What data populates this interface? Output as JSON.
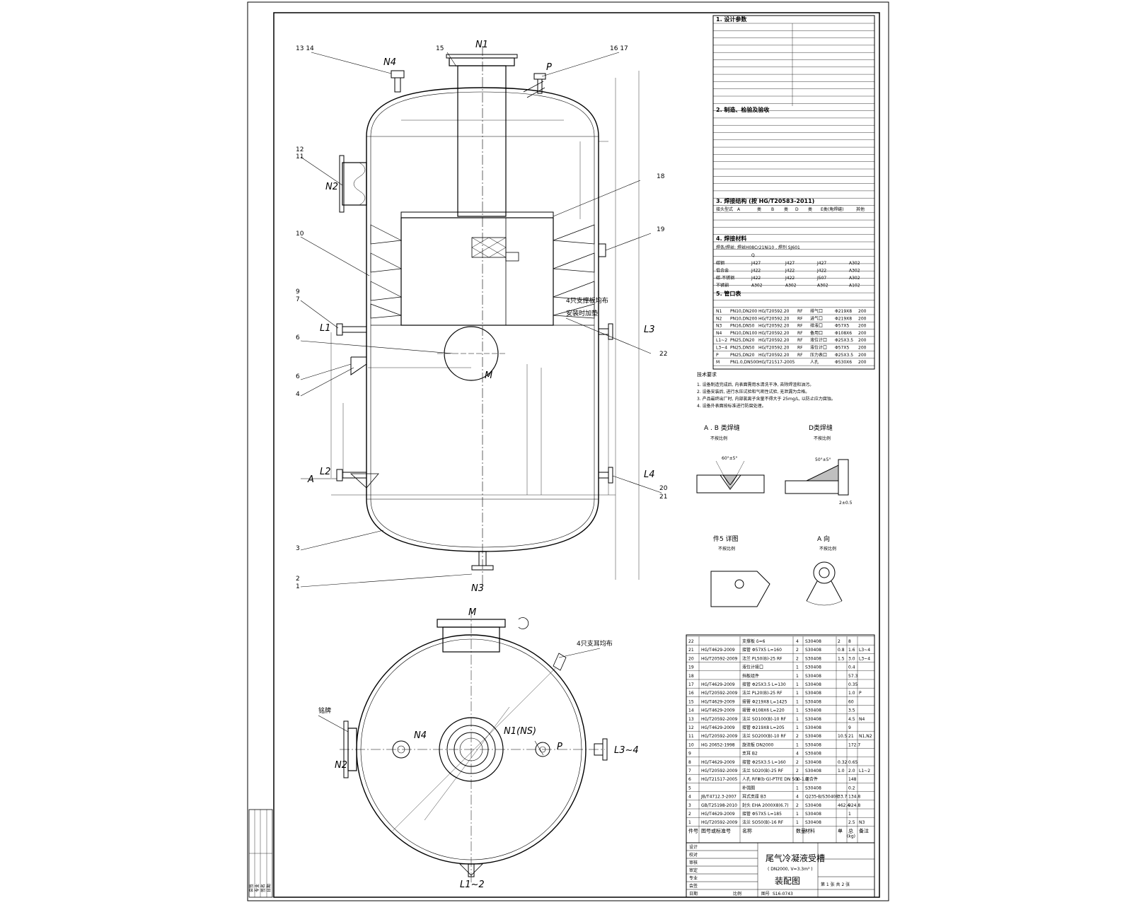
{
  "main_view": {
    "nozzles": {
      "n1": "N1",
      "n2": "N2",
      "n3": "N3",
      "n4": "N4",
      "p": "P",
      "l1": "L1",
      "l2": "L2",
      "l3": "L3",
      "l4": "L4",
      "m": "M",
      "a": "A"
    },
    "balloons": {
      "b13_14": "13 14",
      "b15": "15",
      "b16_17": "16 17",
      "b12": "12",
      "b11": "11",
      "b18": "18",
      "b10": "10",
      "b19": "19",
      "b9": "9",
      "b7": "7",
      "b6a": "6",
      "b6b": "6",
      "b4": "4",
      "b22": "22",
      "b20": "20",
      "b21": "21",
      "b3": "3",
      "b2": "2",
      "b1": "1"
    },
    "notes": {
      "support_note_1": "4只支撑板均布",
      "support_note_2": "安装时加垫"
    }
  },
  "plan_view": {
    "labels": {
      "m": "M",
      "n1_ns": "N1(NS)",
      "n4": "N4",
      "p": "P",
      "n2": "N2",
      "l3_4": "L3~4",
      "l1_2": "L1~2",
      "nameplate": "铭牌",
      "lugs": "4只支耳均布"
    }
  },
  "details": {
    "ab_title": "A . B 类焊缝",
    "ab_scale": "不按比例",
    "ab_angle": "60°±5°",
    "d_title": "D类焊缝",
    "d_scale": "不按比例",
    "d_angle": "50°±5°",
    "d_gap": "2±0.5",
    "d5_title": "件5 详图",
    "d5_scale": "不按比例",
    "a_title": "A 向",
    "a_scale": "不按比例"
  },
  "spec_table": {
    "s1": "1. 设计参数",
    "s2": "2. 制造、检验及验收",
    "s3": "3. 焊接结构 (按 HG/T20583-2011)",
    "s3_cols": [
      "接头型式",
      "A",
      "类",
      "B",
      "类",
      "D",
      "类",
      "E类(角焊缝)",
      "其他"
    ],
    "s4": "4. 焊接材料",
    "s4_rod": "焊条/焊丝: 焊丝H08Cr21Ni10 , 焊剂 SJ601",
    "s4_cols": [
      "",
      "Q",
      "",
      "",
      ""
    ],
    "s4_rows": [
      [
        "碳钢",
        "J427",
        "J427",
        "J427",
        "A302"
      ],
      [
        "低合金",
        "J422",
        "J422",
        "J422",
        "A302"
      ],
      [
        "碳-不锈钢",
        "J422",
        "J422",
        "J507",
        "A302"
      ],
      [
        "不锈钢",
        "A302",
        "A302",
        "A302",
        "A102"
      ]
    ],
    "s5": "5. 管口表",
    "nozzle_rows": [
      [
        "N1",
        "PN10,DN200",
        "HG/T20592.20",
        "RF",
        "排气口",
        "Φ219X8",
        "200"
      ],
      [
        "N2",
        "PN10,DN200",
        "HG/T20592.20",
        "RF",
        "进气口",
        "Φ219X8",
        "200"
      ],
      [
        "N3",
        "PN16,DN50",
        "HG/T20592.20",
        "RF",
        "排液口",
        "Φ57X5",
        "200"
      ],
      [
        "N4",
        "PN10,DN100",
        "HG/T20592.20",
        "RF",
        "备用口",
        "Φ108X6",
        "200"
      ],
      [
        "L1~2",
        "PN25,DN20",
        "HG/T20592.20",
        "RF",
        "液位计口",
        "Φ25X3.5",
        "200"
      ],
      [
        "L3~4",
        "PN25,DN50",
        "HG/T20592.20",
        "RF",
        "液位计口",
        "Φ57X5",
        "200"
      ],
      [
        "P",
        "PN25,DN20",
        "HG/T20592.20",
        "RF",
        "压力表口",
        "Φ25X3.5",
        "200"
      ],
      [
        "M",
        "PN1.0,DN500",
        "HG/T21517-2005",
        "",
        "人孔",
        "Φ530X6",
        "200"
      ]
    ],
    "tech_req_title": "技术要求",
    "tech_req": [
      "1. 设备制造完成后, 内表面需用水清洗干净, 去除焊渣和油污。",
      "2. 设备安装后, 进行水压试验和气密性试验, 无泄漏为合格。",
      "3. 产品最终出厂时, 内部氯离子含量不得大于 25mg/L, 以防止应力腐蚀。",
      "4. 设备外表面按标准进行防腐处理。"
    ]
  },
  "bom": {
    "header": [
      "件号",
      "图号或标准号",
      "名称",
      "数量",
      "材料",
      "单",
      "总",
      "备注"
    ],
    "weight_unit": "(kg)",
    "rows": [
      [
        "22",
        "",
        "支撑板 δ=6",
        "4",
        "S30408",
        "2",
        "8",
        ""
      ],
      [
        "21",
        "HG/T4629-2009",
        "接管 Φ57X5 L=160",
        "2",
        "S30408",
        "0.8",
        "1.6",
        "L3~4"
      ],
      [
        "20",
        "HG/T20592-2009",
        "法兰 PL50(B)-25 RF",
        "2",
        "S30408",
        "1.5",
        "3.0",
        "L3~4"
      ],
      [
        "19",
        "",
        "液位计接口",
        "1",
        "S30408",
        "",
        "0.4",
        ""
      ],
      [
        "18",
        "",
        "挡板组件",
        "1",
        "S30408",
        "",
        "57.3",
        ""
      ],
      [
        "17",
        "HG/T4629-2009",
        "接管 Φ25X3.5 L=130",
        "1",
        "S30408",
        "",
        "0.35",
        ""
      ],
      [
        "16",
        "HG/T20592-2009",
        "法兰 PL20(B)-25 RF",
        "1",
        "S30408",
        "",
        "1.0",
        "P"
      ],
      [
        "15",
        "HG/T4629-2009",
        "接管 Φ219X8 L=1425",
        "1",
        "S30408",
        "",
        "60",
        ""
      ],
      [
        "14",
        "HG/T4629-2009",
        "接管 Φ108X6 L=220",
        "1",
        "S30408",
        "",
        "3.5",
        ""
      ],
      [
        "13",
        "HG/T20592-2009",
        "法兰 SO100(B)-10 RF",
        "1",
        "S30408",
        "",
        "4.5",
        "N4"
      ],
      [
        "12",
        "HG/T4629-2009",
        "接管 Φ219X8 L=205",
        "1",
        "S30408",
        "",
        "9",
        ""
      ],
      [
        "11",
        "HG/T20592-2009",
        "法兰 SO200(B)-10 RF",
        "2",
        "S30408",
        "10.5",
        "21",
        "N1,N2"
      ],
      [
        "10",
        "HG 20652-1998",
        "旋流板 DN2000",
        "1",
        "S30408",
        "",
        "172.7",
        ""
      ],
      [
        "9",
        "",
        "支耳 B2",
        "4",
        "S30408",
        "",
        "",
        ""
      ],
      [
        "8",
        "HG/T4629-2009",
        "接管 Φ25X3.5 L=160",
        "2",
        "S30408",
        "0.32",
        "0.65",
        ""
      ],
      [
        "7",
        "HG/T20592-2009",
        "法兰 SO20(B)-25 RF",
        "2",
        "S30408",
        "1.0",
        "2.0",
        "L1~2"
      ],
      [
        "6",
        "HG/T21517-2005",
        "人孔 RFⅢ(b·G)-PTFE DN 500-1.0",
        "1",
        "组合件",
        "",
        "148",
        ""
      ],
      [
        "5",
        "",
        "补强圈",
        "1",
        "S30408",
        "",
        "0.2",
        ""
      ],
      [
        "4",
        "JB/T4712.3-2007",
        "耳式支座 B3",
        "4",
        "Q235-B/S30408",
        "33.7",
        "134.8",
        ""
      ],
      [
        "3",
        "GB/T25198-2010",
        "封头 EHA 2000X8(6.7)",
        "2",
        "S30408",
        "462.4",
        "924.8",
        ""
      ],
      [
        "2",
        "HG/T4629-2009",
        "接管 Φ57X5 L=185",
        "1",
        "S30408",
        "",
        "1",
        ""
      ],
      [
        "1",
        "HG/T20592-2009",
        "法兰 SO50(B)-16 RF",
        "1",
        "S30408",
        "",
        "2.5",
        "N3"
      ]
    ]
  },
  "title_block": {
    "drawing_title": "尾气冷凝液受槽",
    "drawing_subtitle": "( DN2000, V=3.3m³ )",
    "drawing_type": "装配图",
    "left_labels": [
      "设计",
      "校对",
      "审核",
      "审定",
      "专业",
      "会签",
      "日期"
    ],
    "scale_label": "比例",
    "sheet_info": "第 1 张 共 2 张",
    "drawing_no_label": "图号",
    "drawing_no": "S16-0743"
  },
  "margin_table": {
    "labels": [
      "会签",
      "专业",
      "签名",
      "日期"
    ]
  }
}
